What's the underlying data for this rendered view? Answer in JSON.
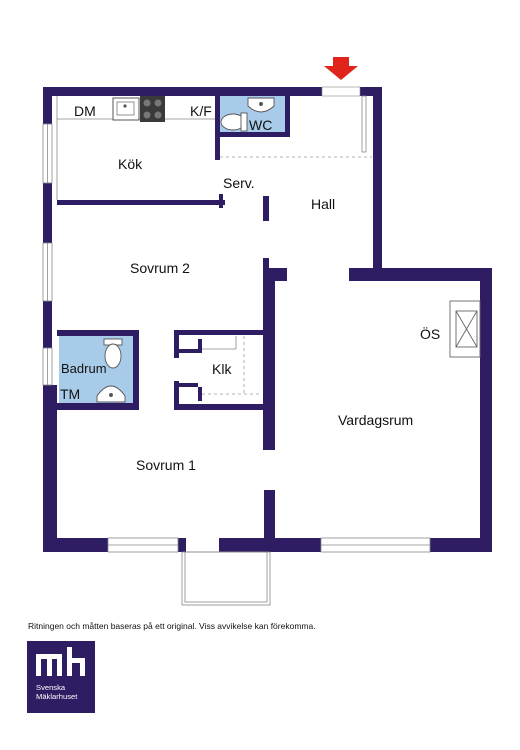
{
  "colors": {
    "wall": "#2e1d63",
    "wetroom": "#a9cbea",
    "entrance_arrow": "#e0241b",
    "logo_bg": "#2e1d63"
  },
  "rooms": {
    "kok": "Kök",
    "serv": "Serv.",
    "hall": "Hall",
    "sovrum2": "Sovrum 2",
    "badrum": "Badrum",
    "klk": "Klk",
    "vardagsrum": "Vardagsrum",
    "sovrum1": "Sovrum 1"
  },
  "fixtures": {
    "dm": "DM",
    "kf": "K/F",
    "wc": "WC",
    "tm": "TM",
    "os": "ÖS"
  },
  "disclaimer": "Ritningen och måtten baseras på ett original. Viss avvikelse kan förekomma.",
  "logo": {
    "line1": "Svenska",
    "line2": "Mäklarhuset"
  }
}
